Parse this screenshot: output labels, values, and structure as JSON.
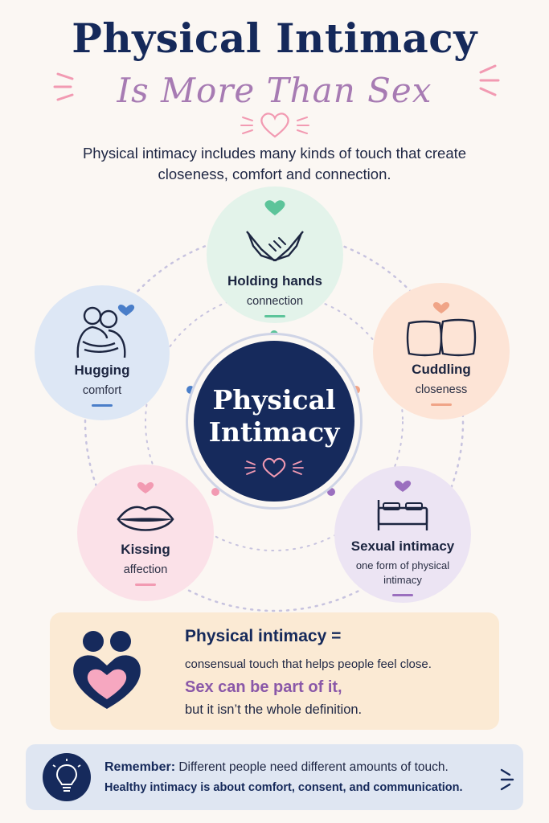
{
  "header": {
    "title": "Physical Intimacy",
    "subtitle": "Is More Than Sex",
    "intro": "Physical intimacy includes many kinds of touch that create closeness, comfort and connection."
  },
  "center": {
    "label": "Physical Intimacy"
  },
  "nodes": [
    {
      "label": "Holding hands",
      "sub": "connection",
      "color": "#e3f3ea",
      "accent": "#5cc49a",
      "icon": "holding-hands-icon"
    },
    {
      "label": "Hugging",
      "sub": "comfort",
      "color": "#dde7f5",
      "accent": "#4a7ec9",
      "icon": "hug-icon"
    },
    {
      "label": "Cuddling",
      "sub": "closeness",
      "color": "#fde4d6",
      "accent": "#f0a487",
      "icon": "pillows-icon"
    },
    {
      "label": "Kissing",
      "sub": "affection",
      "color": "#fbe1e8",
      "accent": "#f29ab2",
      "icon": "lips-icon"
    },
    {
      "label": "Sexual intimacy",
      "sub": "one form of physical intimacy",
      "color": "#ece4f3",
      "accent": "#9b6fbf",
      "icon": "bed-icon"
    }
  ],
  "definition": {
    "heading": "Physical intimacy =",
    "line1": "consensual touch that helps people feel close.",
    "line2": "Sex can be part of it,",
    "line3": "but it isn’t the whole definition."
  },
  "remember": {
    "label": "Remember:",
    "text1": "Different people need different amounts of touch.",
    "text2": "Healthy intimacy is about comfort, consent, and communication."
  },
  "colors": {
    "navy": "#162a5c",
    "purple": "#a77bb3",
    "pink": "#f29ab2"
  }
}
